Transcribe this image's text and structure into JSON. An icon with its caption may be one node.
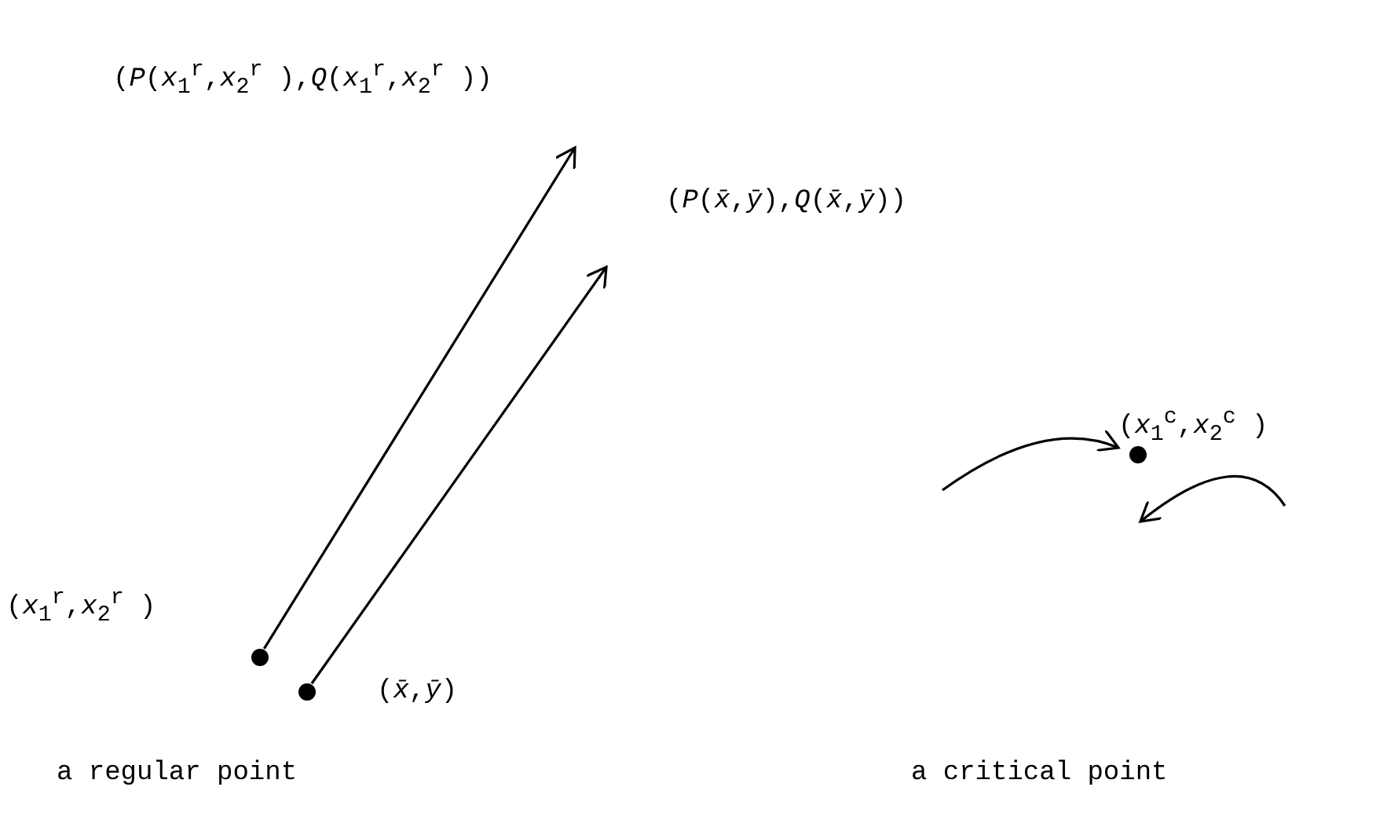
{
  "diagram": {
    "nodes": [
      {
        "text": [],
        "shape": "circle",
        "beside": [
          "(*x*$_{1}$$^{r}$,*x*$_{2}$$^{r}$ )"
        ]
      },
      {
        "text": [
          "(*P*(*x*$_{1}$$^{r}$,*x*$_{2}$$^{r}$ ),*Q*(*x*$_{1}$$^{r}$,*x*$_{2}$$^{r}$ ))"
        ]
      },
      {
        "text": [],
        "shape": "circle",
        "beside": [
          "(*x̄*,*ȳ*)"
        ]
      },
      {
        "text": [
          "(*P*(*x̄*,*ȳ*),*Q*(*x̄*,*ȳ*))"
        ]
      },
      {
        "text": [],
        "shape": "circle",
        "beside": [
          "(*x*$_{1}$$^{c}$,*x*$_{2}$$^{c}$ )"
        ]
      }
    ],
    "edges": [
      {
        "from": 0,
        "to": 1,
        "arrow": "to"
      },
      {
        "from": 2,
        "to": 3,
        "arrow": "to"
      },
      {
        "from": null,
        "to": 4,
        "arrow": "to"
      },
      {
        "from": null,
        "to": 4,
        "arrow": "to"
      }
    ],
    "labels": [
      "a regular point",
      "a critical point"
    ]
  }
}
